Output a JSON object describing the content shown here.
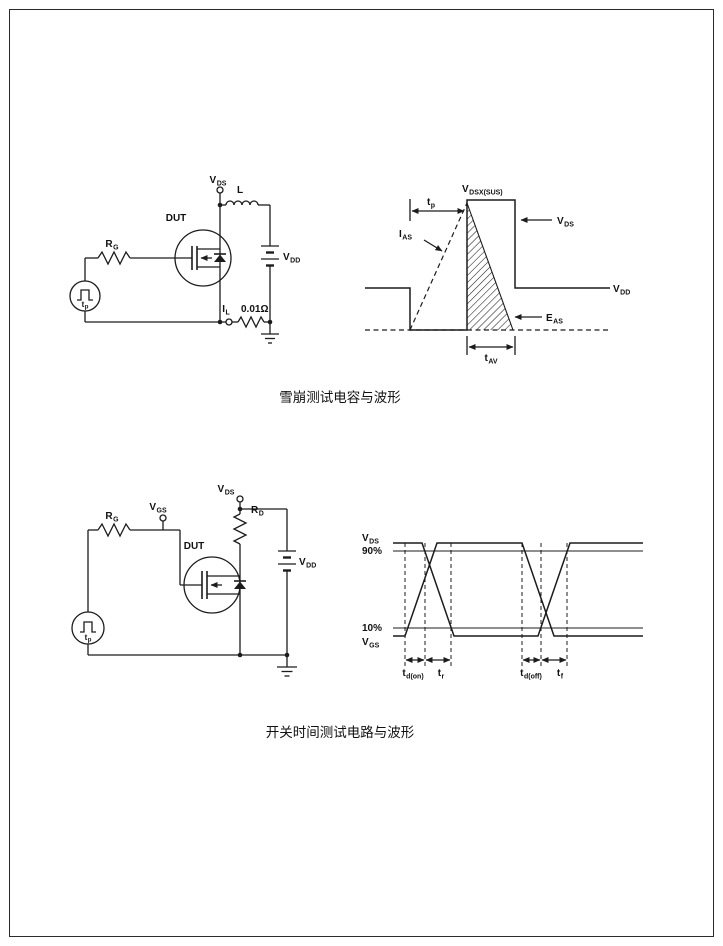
{
  "page": {
    "captions": {
      "avalanche": "雪崩测试电容与波形",
      "switching": "开关时间测试电路与波形"
    }
  },
  "avalanche": {
    "circuit": {
      "vds_main": "V",
      "vds_sub": "DS",
      "inductor": "L",
      "dut": "DUT",
      "rg_main": "R",
      "rg_sub": "G",
      "vdd_main": "V",
      "vdd_sub": "DD",
      "il_main": "I",
      "il_sub": "L",
      "shunt": "0.01Ω",
      "tp_main": "t",
      "tp_sub": "p"
    },
    "waveform": {
      "tp_main": "t",
      "tp_sub": "p",
      "vdsx_main": "V",
      "vdsx_sub": "DSX(SUS)",
      "ias_main": "I",
      "ias_sub": "AS",
      "vds_main": "V",
      "vds_sub": "DS",
      "vdd_main": "V",
      "vdd_sub": "DD",
      "eas_main": "E",
      "eas_sub": "AS",
      "tav_main": "t",
      "tav_sub": "AV"
    }
  },
  "switching": {
    "circuit": {
      "vds_main": "V",
      "vds_sub": "DS",
      "rd_main": "R",
      "rd_sub": "D",
      "dut": "DUT",
      "rg_main": "R",
      "rg_sub": "G",
      "vgs_main": "V",
      "vgs_sub": "GS",
      "vdd_main": "V",
      "vdd_sub": "DD",
      "tp_main": "t",
      "tp_sub": "p"
    },
    "waveform": {
      "vds_main": "V",
      "vds_sub": "DS",
      "p90": "90%",
      "p10": "10%",
      "vgs_main": "V",
      "vgs_sub": "GS",
      "td_on_main": "t",
      "td_on_sub": "d(on)",
      "tr_main": "t",
      "tr_sub": "r",
      "td_off_main": "t",
      "td_off_sub": "d(off)",
      "tf_main": "t",
      "tf_sub": "f"
    }
  }
}
